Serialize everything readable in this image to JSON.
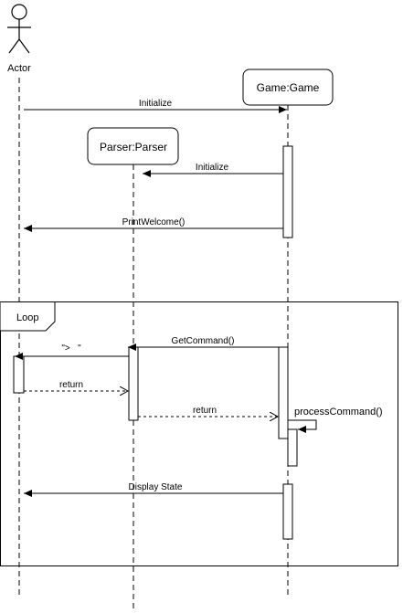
{
  "actor": {
    "label": "Actor"
  },
  "participants": {
    "game": {
      "label": "Game:Game"
    },
    "parser": {
      "label": "Parser:Parser"
    }
  },
  "messages": {
    "initialize_game": "Initialize",
    "initialize_parser": "Initialize",
    "print_welcome": "PrintWelcome()",
    "get_command": "GetCommand()",
    "prompt": "\">   \"",
    "return_actor": "return",
    "return_parser": "return",
    "process_command": "processCommand()",
    "display_state": "Display State"
  },
  "loop": {
    "label": "Loop"
  },
  "colors": {
    "stroke": "#000000",
    "background": "#ffffff"
  }
}
